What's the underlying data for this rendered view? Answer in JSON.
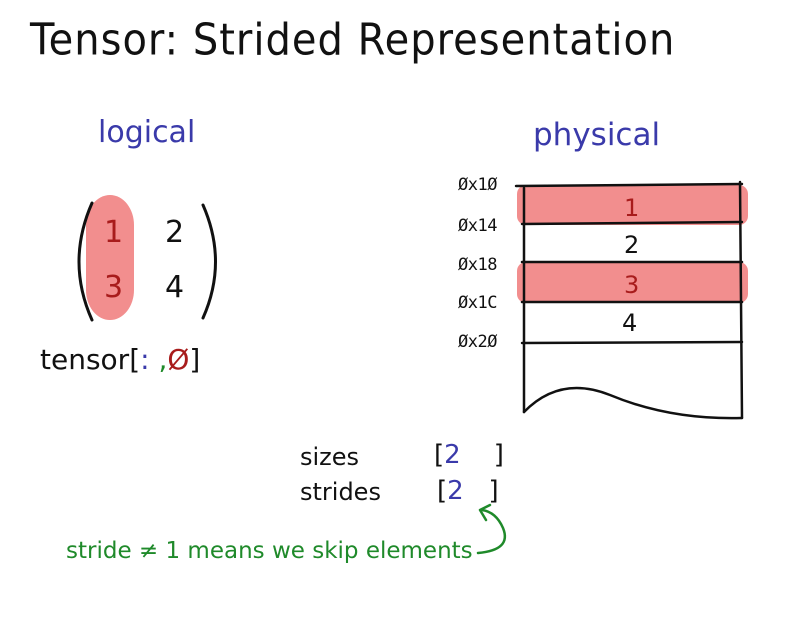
{
  "title": "Tensor: Strided Representation",
  "logical": {
    "label": "logical",
    "matrix": [
      [
        "1",
        "2"
      ],
      [
        "3",
        "4"
      ]
    ],
    "expr": {
      "name": "tensor",
      "open": "[",
      "colon": ":",
      "comma": ",",
      "index": "Ø",
      "close": "]"
    }
  },
  "physical": {
    "label": "physical",
    "addresses": [
      "Øx1Ø",
      "Øx14",
      "Øx18",
      "Øx1C",
      "Øx2Ø"
    ],
    "values": [
      "1",
      "2",
      "3",
      "4"
    ]
  },
  "meta": {
    "sizes_label": "sizes",
    "sizes_value": "2",
    "strides_label": "strides",
    "strides_value": "2"
  },
  "note": "stride ≠ 1 means we skip elements",
  "colors": {
    "highlight": "#f07a7a",
    "blue": "#3a3aaa",
    "red": "#a81c1c",
    "green": "#1f8a2a"
  }
}
